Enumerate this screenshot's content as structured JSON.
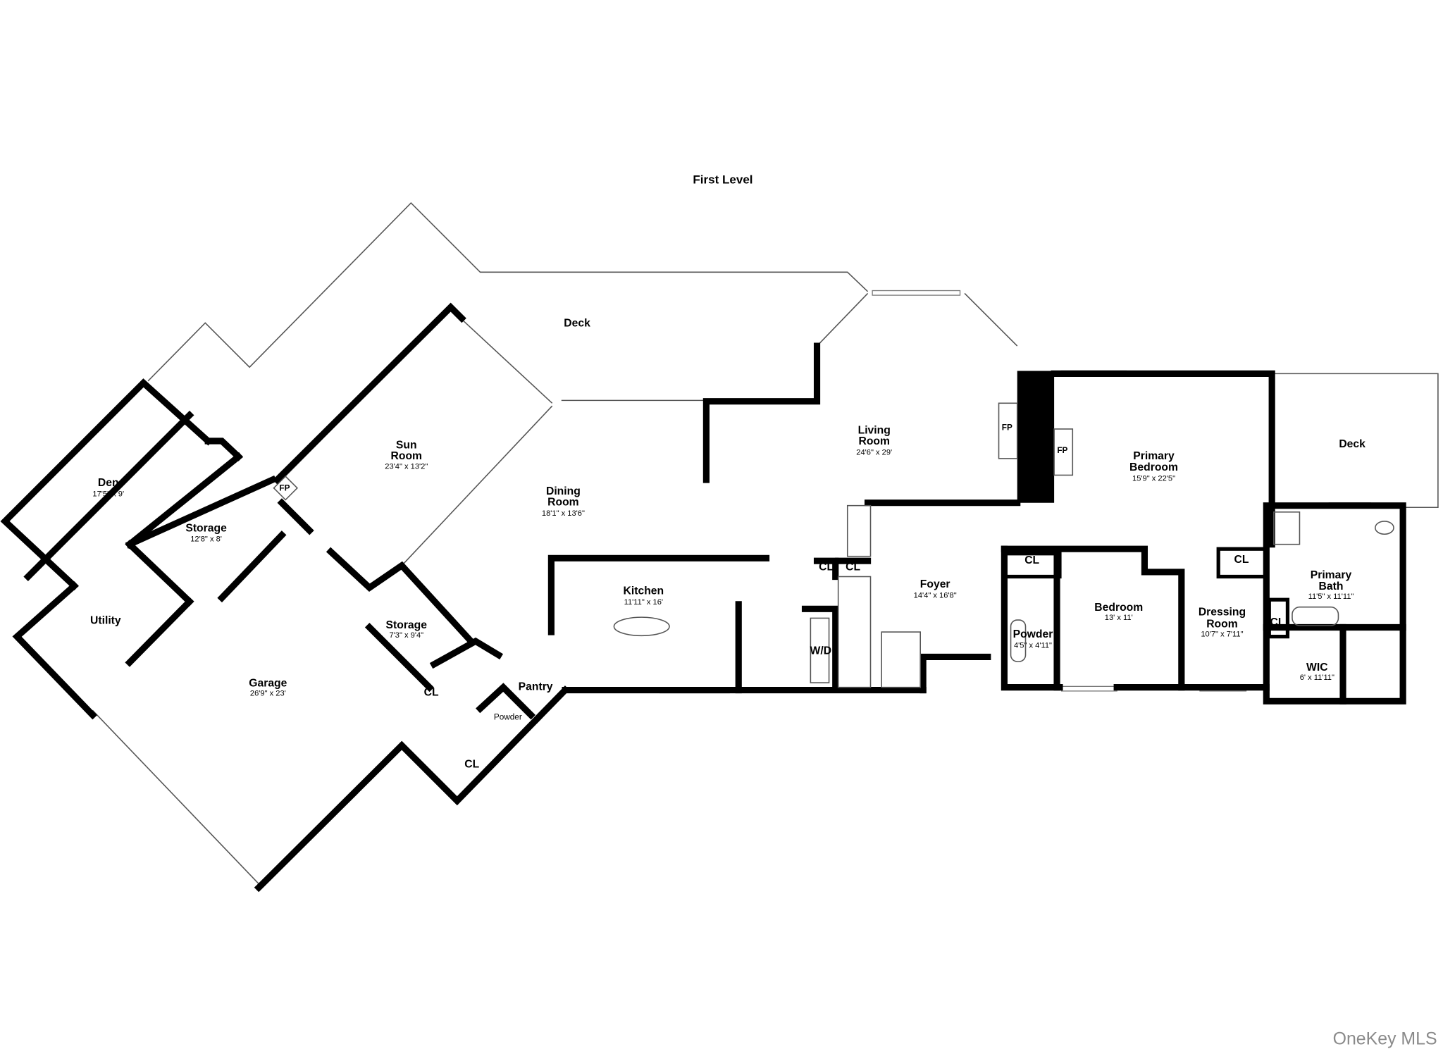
{
  "title": "First Level",
  "watermark": "OneKey MLS",
  "rooms": {
    "deck_main": {
      "name": "Deck"
    },
    "deck_east": {
      "name": "Deck"
    },
    "den": {
      "name": "Den",
      "dims": "17'5\" x 9'"
    },
    "storage_1": {
      "name": "Storage",
      "dims": "12'8\" x 8'"
    },
    "sun_room": {
      "name1": "Sun",
      "name2": "Room",
      "dims": "23'4\" x 13'2\""
    },
    "dining_room": {
      "name1": "Dining",
      "name2": "Room",
      "dims": "18'1\" x 13'6\""
    },
    "living_room": {
      "name1": "Living",
      "name2": "Room",
      "dims": "24'6\" x 29'"
    },
    "primary_bedroom": {
      "name1": "Primary",
      "name2": "Bedroom",
      "dims": "15'9\" x 22'5\""
    },
    "utility": {
      "name": "Utility"
    },
    "kitchen": {
      "name": "Kitchen",
      "dims": "11'11\" x 16'"
    },
    "storage_2": {
      "name": "Storage",
      "dims": "7'3\" x 9'4\""
    },
    "garage": {
      "name": "Garage",
      "dims": "26'9\" x 23'"
    },
    "pantry": {
      "name": "Pantry"
    },
    "powder_1": {
      "name": "Powder"
    },
    "powder_2": {
      "name": "Powder",
      "dims": "4'5\" x 4'11\""
    },
    "foyer": {
      "name": "Foyer",
      "dims": "14'4\" x 16'8\""
    },
    "bedroom": {
      "name": "Bedroom",
      "dims": "13' x 11'"
    },
    "dressing_room": {
      "name1": "Dressing",
      "name2": "Room",
      "dims": "10'7\" x 7'11\""
    },
    "primary_bath": {
      "name1": "Primary",
      "name2": "Bath",
      "dims": "11'5\" x 11'11\""
    },
    "wic": {
      "name": "WIC",
      "dims": "6' x 11'11\""
    },
    "wd": {
      "name": "W/D"
    }
  },
  "labels": {
    "cl": "CL",
    "fp": "FP"
  }
}
